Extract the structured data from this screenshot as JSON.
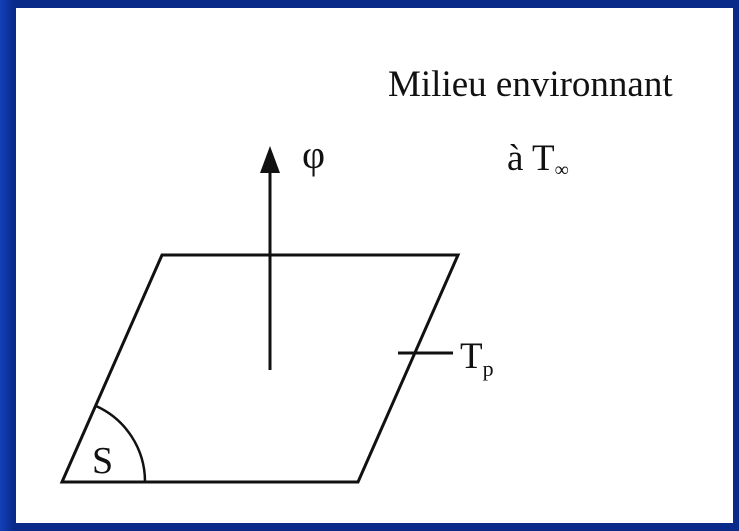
{
  "labels": {
    "environment_line1": "Milieu environnant",
    "environment_line2_prefix": "à T",
    "environment_line2_subscript": "∞",
    "flux": "φ",
    "wall_temperature": "T",
    "wall_temperature_subscript": "p",
    "surface": "S"
  },
  "colors": {
    "background_blue": "#0a2a8a",
    "ink": "#111111",
    "canvas": "#ffffff"
  }
}
